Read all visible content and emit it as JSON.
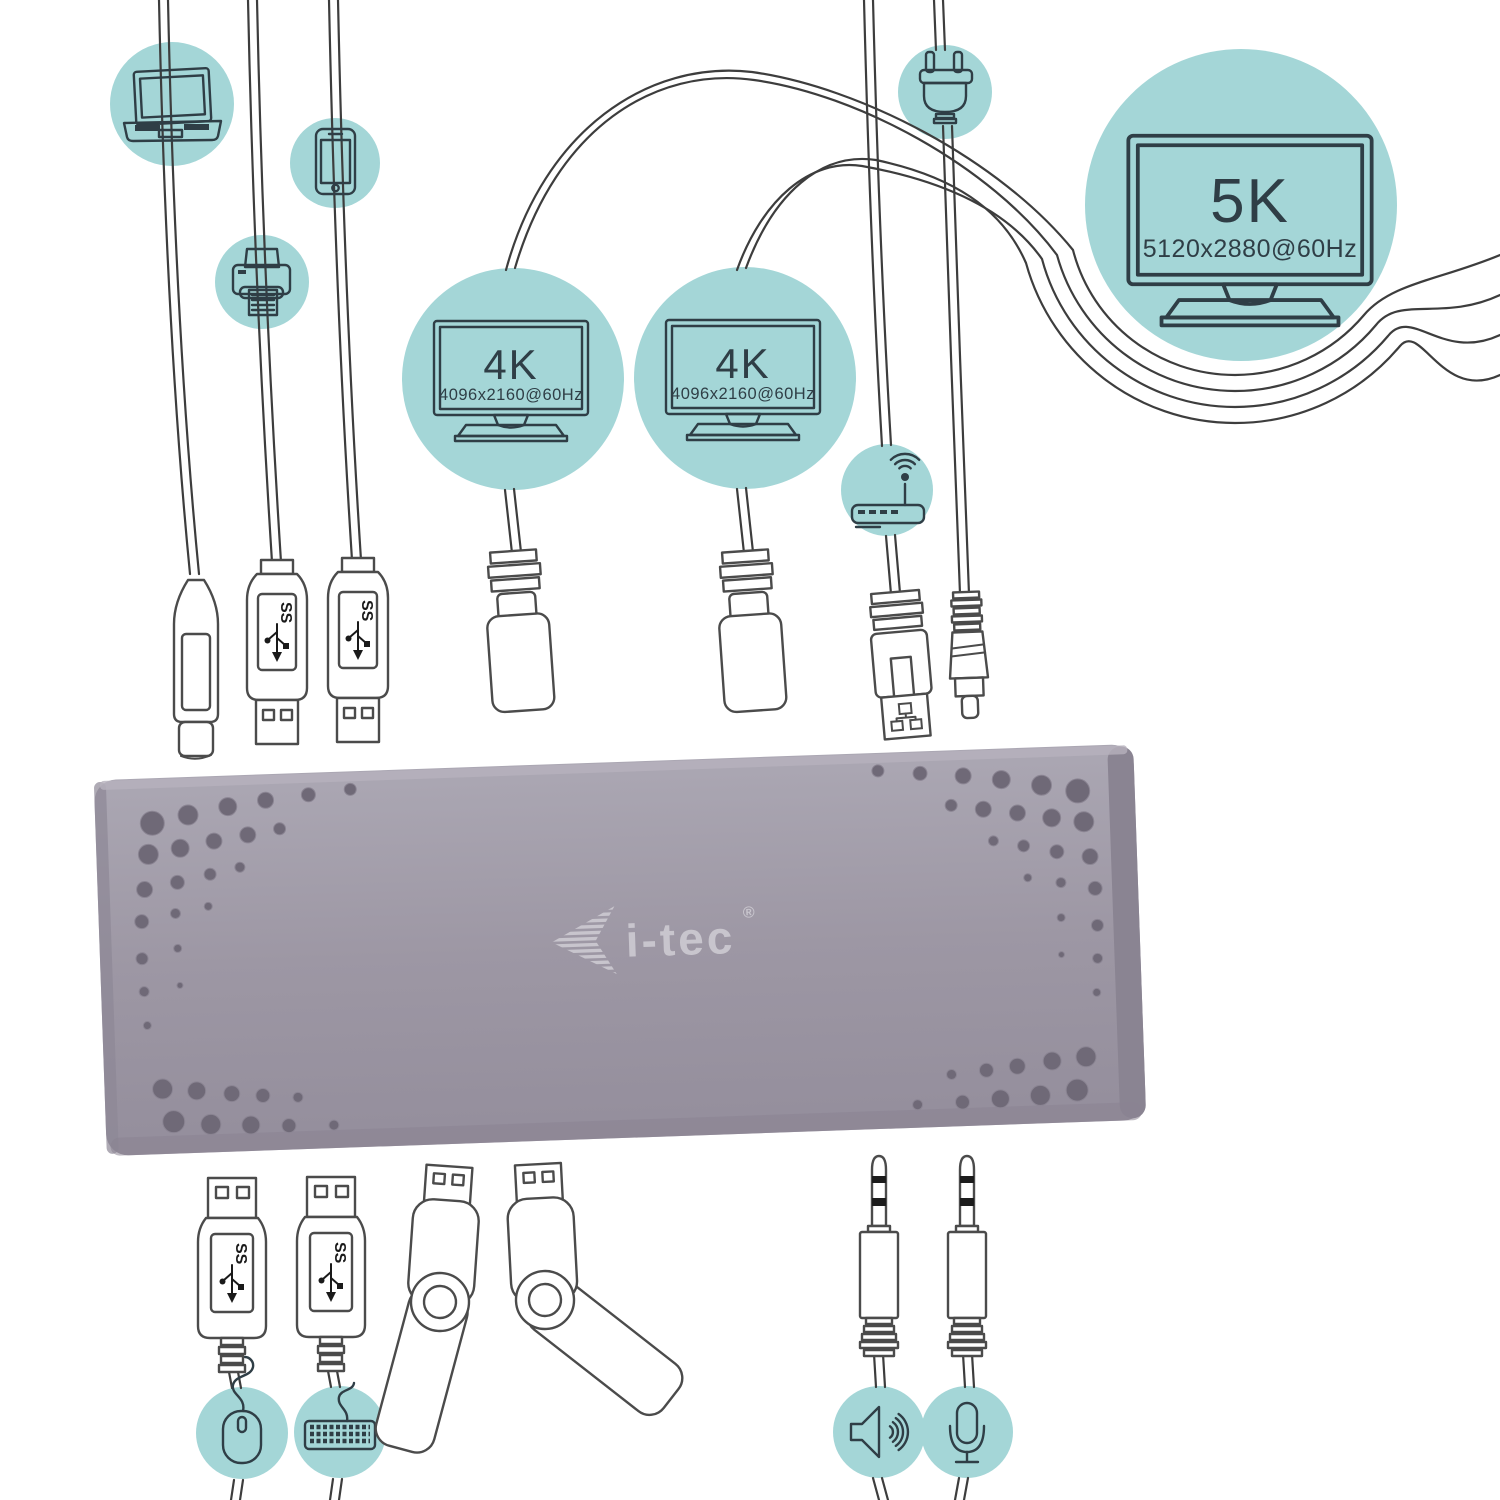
{
  "brand": {
    "name": "i-tec",
    "registered": "®"
  },
  "displays": {
    "four_k_left": {
      "label": "4K",
      "resolution": "4096x2160@60Hz"
    },
    "four_k_right": {
      "label": "4K",
      "resolution": "4096x2160@60Hz"
    },
    "five_k": {
      "label": "5K",
      "resolution": "5120x2880@60Hz"
    }
  },
  "usb": {
    "superspeed_label": "SS"
  },
  "peripheral_icons": {
    "laptop": "laptop-icon",
    "printer": "printer-icon",
    "smartphone": "smartphone-icon",
    "power_plug": "power-plug-icon",
    "wifi_router": "wifi-router-icon",
    "mouse": "mouse-icon",
    "keyboard": "keyboard-icon",
    "speaker": "speaker-icon",
    "microphone": "microphone-icon"
  },
  "connector_icons": {
    "host": [
      "usb-c-connector",
      "usb-a-connector",
      "usb-a-connector"
    ],
    "video": [
      "display-cable-connector",
      "display-cable-connector"
    ],
    "network": "ethernet-rj45-connector",
    "power": "dc-power-connector",
    "devices": [
      "usb-a-connector",
      "usb-a-connector",
      "usb-flash-drive",
      "usb-flash-drive",
      "audio-jack-connector",
      "audio-jack-connector"
    ]
  },
  "colors": {
    "accent_teal": "#a4d6d7",
    "icon_outline": "#2f3e46",
    "cable": "#3d3d3d",
    "connector_outline": "#4b4b4b",
    "dock_body": "#9d97a4",
    "dock_body_dark": "#8a8492",
    "dock_hole": "#6f6977",
    "logo_text": "#c8c5cd",
    "background": "#ffffff"
  }
}
